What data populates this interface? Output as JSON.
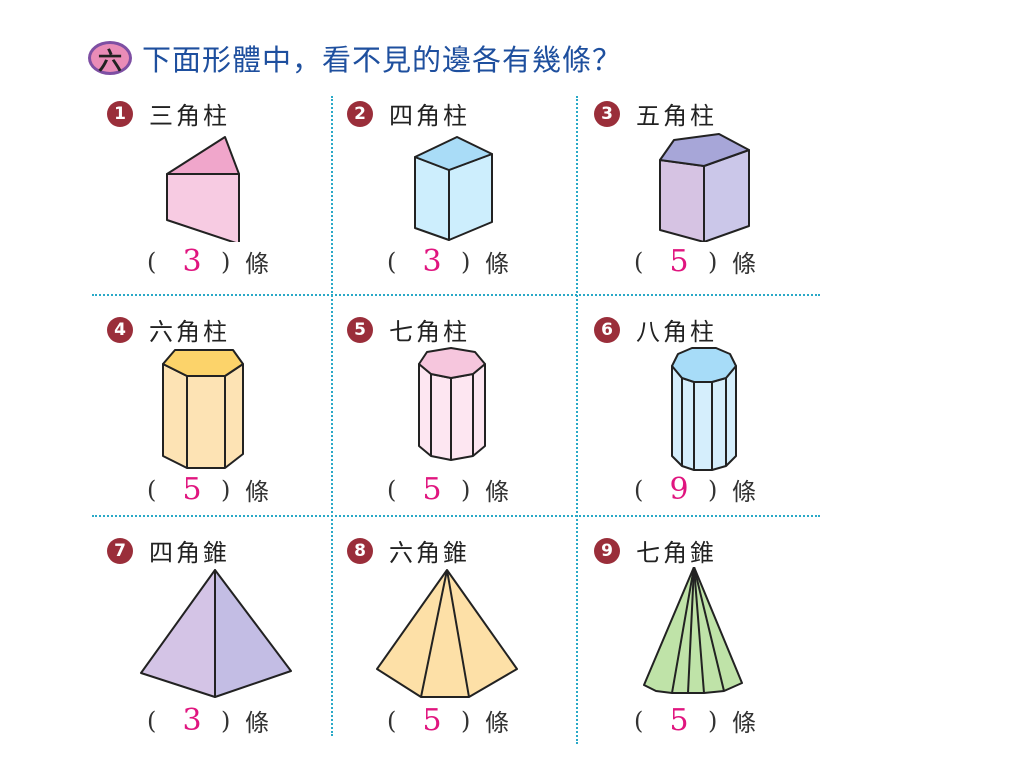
{
  "title": {
    "badge": "六",
    "text": "下面形體中，看不見的邊各有幾條？"
  },
  "answer_format": {
    "open": "(",
    "close": ")",
    "unit": "條"
  },
  "items": [
    {
      "number": "1",
      "name": "三角柱",
      "answer": "3",
      "shape": "triangular-prism",
      "fill": "#f7cbe2",
      "top_fill": "#f0a6cb"
    },
    {
      "number": "2",
      "name": "四角柱",
      "answer": "3",
      "shape": "square-prism",
      "fill": "#cdeefd",
      "top_fill": "#a9dcf7"
    },
    {
      "number": "3",
      "name": "五角柱",
      "answer": "5",
      "shape": "pentagonal-prism",
      "fill": "#d6c3e3",
      "top_fill": "#a7a6d8"
    },
    {
      "number": "4",
      "name": "六角柱",
      "answer": "5",
      "shape": "hexagonal-prism",
      "fill": "#fde3b4",
      "top_fill": "#fcd36a"
    },
    {
      "number": "5",
      "name": "七角柱",
      "answer": "5",
      "shape": "heptagonal-prism",
      "fill": "#fde6f1",
      "top_fill": "#f6c6dd"
    },
    {
      "number": "6",
      "name": "八角柱",
      "answer": "9",
      "shape": "octagonal-prism",
      "fill": "#d5eefc",
      "top_fill": "#a7dcf8"
    },
    {
      "number": "7",
      "name": "四角錐",
      "answer": "3",
      "shape": "square-pyramid",
      "fill": "#d4c4e6",
      "top_fill": "#c3bde4"
    },
    {
      "number": "8",
      "name": "六角錐",
      "answer": "5",
      "shape": "hexagonal-pyramid",
      "fill": "#fde0a7",
      "top_fill": "#fcd27d"
    },
    {
      "number": "9",
      "name": "七角錐",
      "answer": "5",
      "shape": "heptagonal-pyramid",
      "fill": "#bfe3a8",
      "top_fill": "#9fd08b"
    }
  ],
  "colors": {
    "title": "#1e4f9e",
    "answer": "#e0157f",
    "number_badge": "#9a2e3a",
    "divider": "#2aa9c7"
  }
}
